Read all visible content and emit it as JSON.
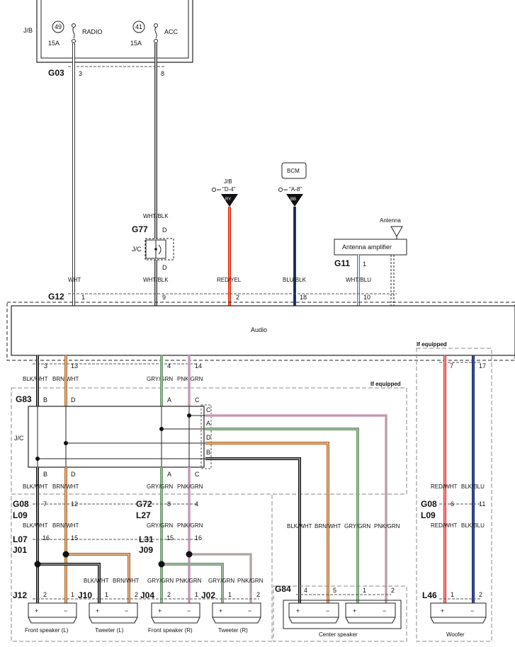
{
  "junction_block": {
    "label": "J/B",
    "fuses": [
      {
        "number": "49",
        "name": "RADIO",
        "rating": "15A"
      },
      {
        "number": "41",
        "name": "ACC",
        "rating": "15A"
      }
    ]
  },
  "connectors": {
    "g03": "G03",
    "g03_pins": [
      "3",
      "8"
    ],
    "g77": "G77",
    "g12": "G12",
    "g11": "G11",
    "g11_pin": "1",
    "g83": "G83",
    "g08_a": "G08",
    "l09_a": "L09",
    "g72": "G72",
    "l27": "L27",
    "l07": "L07",
    "j01": "J01",
    "l31": "L31",
    "j09": "J09",
    "j12": "J12",
    "j10": "J10",
    "j04": "J04",
    "j02": "J02",
    "g84": "G84",
    "g08_b": "G08",
    "l09_b": "L09",
    "l46": "L46"
  },
  "labels": {
    "jc": "J/C",
    "jb": "J/B",
    "bcm": "BCM",
    "ref_d4": "\"D-4\"",
    "ref_a8": "\"A-8\"",
    "ry": "RY",
    "bb": "BB",
    "antenna": "Antenna",
    "antenna_amp": "Antenna amplifier",
    "audio": "Audio",
    "if_equipped_1": "If equipped",
    "if_equipped_2": "If equipped",
    "plus": "+",
    "minus": "−"
  },
  "wires": {
    "wht": "WHT",
    "wht_blk": "WHT/BLK",
    "red_yel": "RED/YEL",
    "blu_blk": "BLU/BLK",
    "wht_blu": "WHT/BLU",
    "blk_wht": "BLK/WHT",
    "brn_wht": "BRN/WHT",
    "gry_grn": "GRY/GRN",
    "pnk_grn": "PNK/GRN",
    "red_wht": "RED/WHT",
    "blk_blu": "BLK/BLU"
  },
  "pins": {
    "g12": [
      "1",
      "9",
      "2",
      "18",
      "10"
    ],
    "audio_out": [
      "3",
      "13",
      "4",
      "14",
      "7",
      "17"
    ],
    "g77_top": "D",
    "g77_bottom": "D",
    "g83_top": [
      "B",
      "D",
      "A",
      "C"
    ],
    "g83_bottom": [
      "B",
      "D",
      "A",
      "C"
    ],
    "g83_right": [
      "C",
      "A",
      "D",
      "B"
    ],
    "g08": [
      "7",
      "12"
    ],
    "g72": [
      "8",
      "4"
    ],
    "l07": [
      "16",
      "15"
    ],
    "l31": [
      "15",
      "16"
    ],
    "j12": [
      "2",
      "1"
    ],
    "j10": [
      "1",
      "2"
    ],
    "j04": [
      "2",
      "1"
    ],
    "j02": [
      "1",
      "2"
    ],
    "g84": [
      "4",
      "5",
      "1",
      "2"
    ],
    "g08_b": [
      "6",
      "11"
    ],
    "l46": [
      "1",
      "2"
    ]
  },
  "components": {
    "front_speaker_l": "Front speaker (L)",
    "tweeter_l": "Tweeter (L)",
    "front_speaker_r": "Front speaker (R)",
    "tweeter_r": "Tweeter (R)",
    "center_speaker": "Center speaker",
    "woofer": "Woofer"
  },
  "colors": {
    "wht": "#c8c8c8",
    "blk": "#111111",
    "red": "#e0281e",
    "blu": "#1c3f9e",
    "brn": "#b4641e",
    "gry_grn": "#6e9a6e",
    "pnk": "#e6b4d2",
    "navy": "#1c2a6e"
  }
}
